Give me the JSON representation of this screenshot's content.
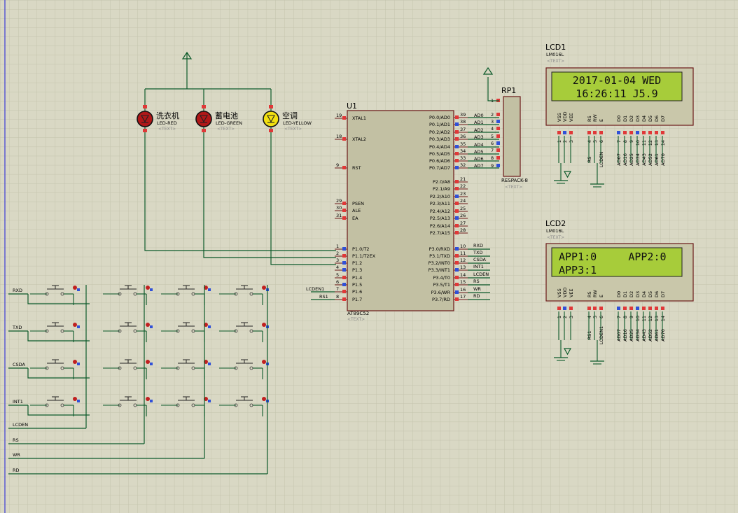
{
  "u1": {
    "ref": "U1",
    "part": "AT89C52",
    "text": "<TEXT>",
    "left_pins": [
      {
        "num": "19",
        "name": "XTAL1"
      },
      {
        "num": "18",
        "name": "XTAL2"
      },
      {
        "num": "9",
        "name": "RST"
      },
      {
        "num": "29",
        "name": "PSEN"
      },
      {
        "num": "30",
        "name": "ALE"
      },
      {
        "num": "31",
        "name": "EA"
      },
      {
        "num": "1",
        "name": "P1.0/T2"
      },
      {
        "num": "2",
        "name": "P1.1/T2EX"
      },
      {
        "num": "3",
        "name": "P1.2"
      },
      {
        "num": "4",
        "name": "P1.3"
      },
      {
        "num": "5",
        "name": "P1.4"
      },
      {
        "num": "6",
        "name": "P1.5"
      },
      {
        "num": "7",
        "name": "P1.6"
      },
      {
        "num": "8",
        "name": "P1.7"
      }
    ],
    "right_pins": [
      {
        "num": "39",
        "name": "P0.0/AD0"
      },
      {
        "num": "38",
        "name": "P0.1/AD1"
      },
      {
        "num": "37",
        "name": "P0.2/AD2"
      },
      {
        "num": "36",
        "name": "P0.3/AD3"
      },
      {
        "num": "35",
        "name": "P0.4/AD4"
      },
      {
        "num": "34",
        "name": "P0.5/AD5"
      },
      {
        "num": "33",
        "name": "P0.6/AD6"
      },
      {
        "num": "32",
        "name": "P0.7/AD7"
      },
      {
        "num": "21",
        "name": "P2.0/A8"
      },
      {
        "num": "22",
        "name": "P2.1/A9"
      },
      {
        "num": "23",
        "name": "P2.2/A10"
      },
      {
        "num": "24",
        "name": "P2.3/A11"
      },
      {
        "num": "25",
        "name": "P2.4/A12"
      },
      {
        "num": "26",
        "name": "P2.5/A13"
      },
      {
        "num": "27",
        "name": "P2.6/A14"
      },
      {
        "num": "28",
        "name": "P2.7/A15"
      },
      {
        "num": "10",
        "name": "P3.0/RXD"
      },
      {
        "num": "11",
        "name": "P3.1/TXD"
      },
      {
        "num": "12",
        "name": "P3.2/INT0"
      },
      {
        "num": "13",
        "name": "P3.3/INT1"
      },
      {
        "num": "14",
        "name": "P3.4/T0"
      },
      {
        "num": "15",
        "name": "P3.5/T1"
      },
      {
        "num": "16",
        "name": "P3.6/WR"
      },
      {
        "num": "17",
        "name": "P3.7/RD"
      }
    ],
    "p0_nets": [
      "AD0",
      "AD1",
      "AD2",
      "AD3",
      "AD4",
      "AD5",
      "AD6",
      "AD7"
    ],
    "p3_nets": [
      "RXD",
      "TXD",
      "CSDA",
      "INT1",
      "LCDEN",
      "RS",
      "WR",
      "RD"
    ],
    "p1_nets": {
      "lcden1": "LCDEN1",
      "rs1": "RS1"
    }
  },
  "rp1": {
    "ref": "RP1",
    "part": "RESPACK-8",
    "text": "<TEXT>",
    "pins": [
      "1",
      "2",
      "3",
      "4",
      "5",
      "6",
      "7",
      "8",
      "9"
    ]
  },
  "leds": [
    {
      "label": "洗衣机",
      "part": "LED-RED",
      "text": "<TEXT>",
      "color": "#b01818"
    },
    {
      "label": "蓄电池",
      "part": "LED-GREEN",
      "text": "<TEXT>",
      "color": "#b01818"
    },
    {
      "label": "空调",
      "part": "LED-YELLOW",
      "text": "<TEXT>",
      "color": "#f2e010"
    }
  ],
  "lcd1": {
    "ref": "LCD1",
    "part": "LM016L",
    "text": "<TEXT>",
    "line1": "2017-01-04 WED",
    "line2": "16:26:11 J5.9",
    "pins": [
      "VSS",
      "VDD",
      "VEE",
      "RS",
      "RW",
      "E",
      "D0",
      "D1",
      "D2",
      "D3",
      "D4",
      "D5",
      "D6",
      "D7"
    ],
    "pin_nums": [
      "1",
      "2",
      "3",
      "4",
      "5",
      "6",
      "7",
      "8",
      "9",
      "10",
      "11",
      "12",
      "13",
      "14"
    ],
    "nets": [
      "RS",
      "LCDEN",
      "AD07",
      "AD16",
      "AD25",
      "AD34",
      "AD43",
      "AD52",
      "AD61",
      "AD70"
    ]
  },
  "lcd2": {
    "ref": "LCD2",
    "part": "LM016L",
    "text": "<TEXT>",
    "line1": "APP1:0     APP2:0",
    "line2": "APP3:1",
    "pins": [
      "VSS",
      "VDD",
      "VEE",
      "RS",
      "RW",
      "E",
      "D0",
      "D1",
      "D2",
      "D3",
      "D4",
      "D5",
      "D6",
      "D7"
    ],
    "pin_nums": [
      "1",
      "2",
      "3",
      "4",
      "5",
      "6",
      "7",
      "8",
      "9",
      "10",
      "11",
      "12",
      "13",
      "14"
    ],
    "nets": [
      "RS1",
      "LCDEN1",
      "AD07",
      "AD16",
      "AD25",
      "AD34",
      "AD43",
      "AD52",
      "AD61",
      "AD70"
    ]
  },
  "keypad_rows": [
    "RXD",
    "TXD",
    "CSDA",
    "INT1"
  ],
  "bus_labels": [
    "LCDEN",
    "RS",
    "WR",
    "RD"
  ],
  "colors": {
    "background": "#d9d8c4",
    "grid": "#c7c6b0",
    "wire": "#0c5a2a",
    "chip": "#c2c0a3",
    "lcd_screen": "#a7cc3a",
    "pin_red": "#e03838",
    "pin_blue": "#3050d8"
  }
}
